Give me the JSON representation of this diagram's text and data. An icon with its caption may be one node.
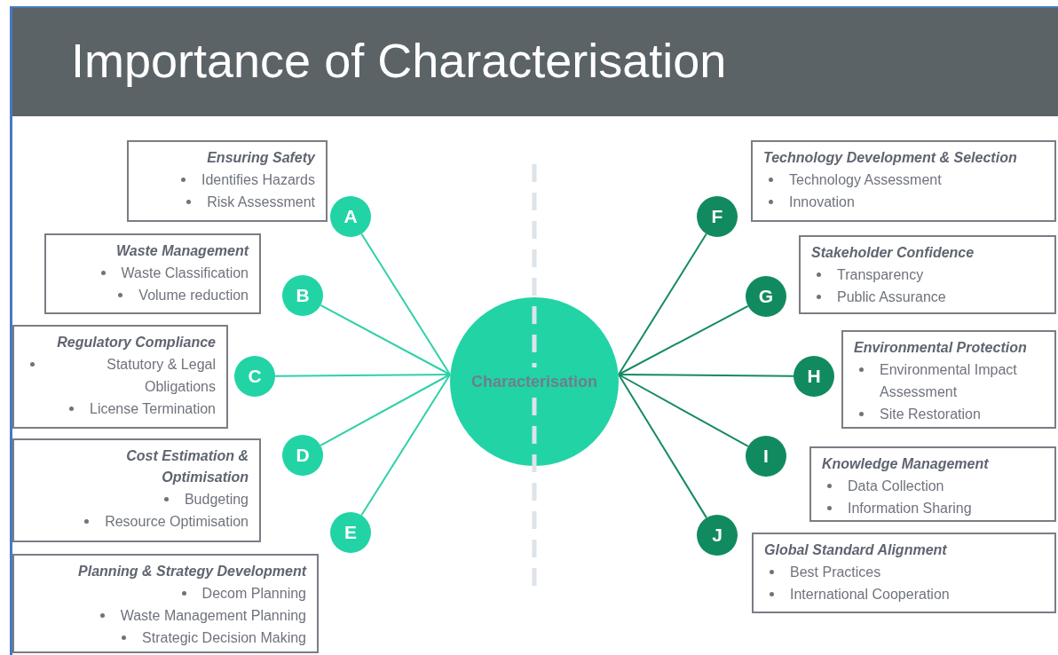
{
  "diagram": {
    "title": "Importance of Characterisation",
    "nodes": [
      {
        "text": [
          "Characterisation"
        ]
      },
      {
        "text": [
          "A"
        ]
      },
      {
        "text": [
          "B"
        ]
      },
      {
        "text": [
          "C"
        ]
      },
      {
        "text": [
          "D"
        ]
      },
      {
        "text": [
          "E"
        ]
      },
      {
        "text": [
          "F"
        ]
      },
      {
        "text": [
          "G"
        ]
      },
      {
        "text": [
          "H"
        ]
      },
      {
        "text": [
          "I"
        ]
      },
      {
        "text": [
          "J"
        ]
      },
      {
        "text": [
          "Ensuring Safety",
          "Identifies Hazards",
          "Risk Assessment"
        ]
      },
      {
        "text": [
          "Waste Management",
          "Waste Classification",
          "Volume reduction"
        ]
      },
      {
        "text": [
          "Regulatory Compliance",
          "Statutory & Legal Obligations",
          "License Termination"
        ]
      },
      {
        "text": [
          "Cost Estimation & Optimisation",
          "Budgeting",
          "Resource Optimisation"
        ]
      },
      {
        "text": [
          "Planning & Strategy Development",
          "Decom Planning",
          "Waste Management Planning",
          "Strategic Decision Making"
        ]
      },
      {
        "text": [
          "Technology Development & Selection",
          "Technology Assessment",
          "Innovation"
        ]
      },
      {
        "text": [
          "Stakeholder Confidence",
          "Transparency",
          "Public Assurance"
        ]
      },
      {
        "text": [
          "Environmental Protection",
          "Environmental Impact Assessment",
          "Site Restoration"
        ]
      },
      {
        "text": [
          "Knowledge Management",
          "Data Collection",
          "Information Sharing"
        ]
      },
      {
        "text": [
          "Global Standard Alignment",
          "Best Practices",
          "International Cooperation"
        ]
      }
    ],
    "edges": [
      {
        "from": 0,
        "to": 1,
        "arrow": "none"
      },
      {
        "from": 0,
        "to": 2,
        "arrow": "none"
      },
      {
        "from": 0,
        "to": 3,
        "arrow": "none"
      },
      {
        "from": 0,
        "to": 4,
        "arrow": "none"
      },
      {
        "from": 0,
        "to": 5,
        "arrow": "none"
      },
      {
        "from": 0,
        "to": 6,
        "arrow": "none",
        "color": "#168a62"
      },
      {
        "from": 0,
        "to": 7,
        "arrow": "none",
        "color": "#168a62"
      },
      {
        "from": 0,
        "to": 8,
        "arrow": "none",
        "color": "#168a62"
      },
      {
        "from": 0,
        "to": 9,
        "arrow": "none",
        "color": "#168a62"
      },
      {
        "from": 0,
        "to": 10,
        "arrow": "none",
        "color": "#168a62"
      }
    ]
  }
}
